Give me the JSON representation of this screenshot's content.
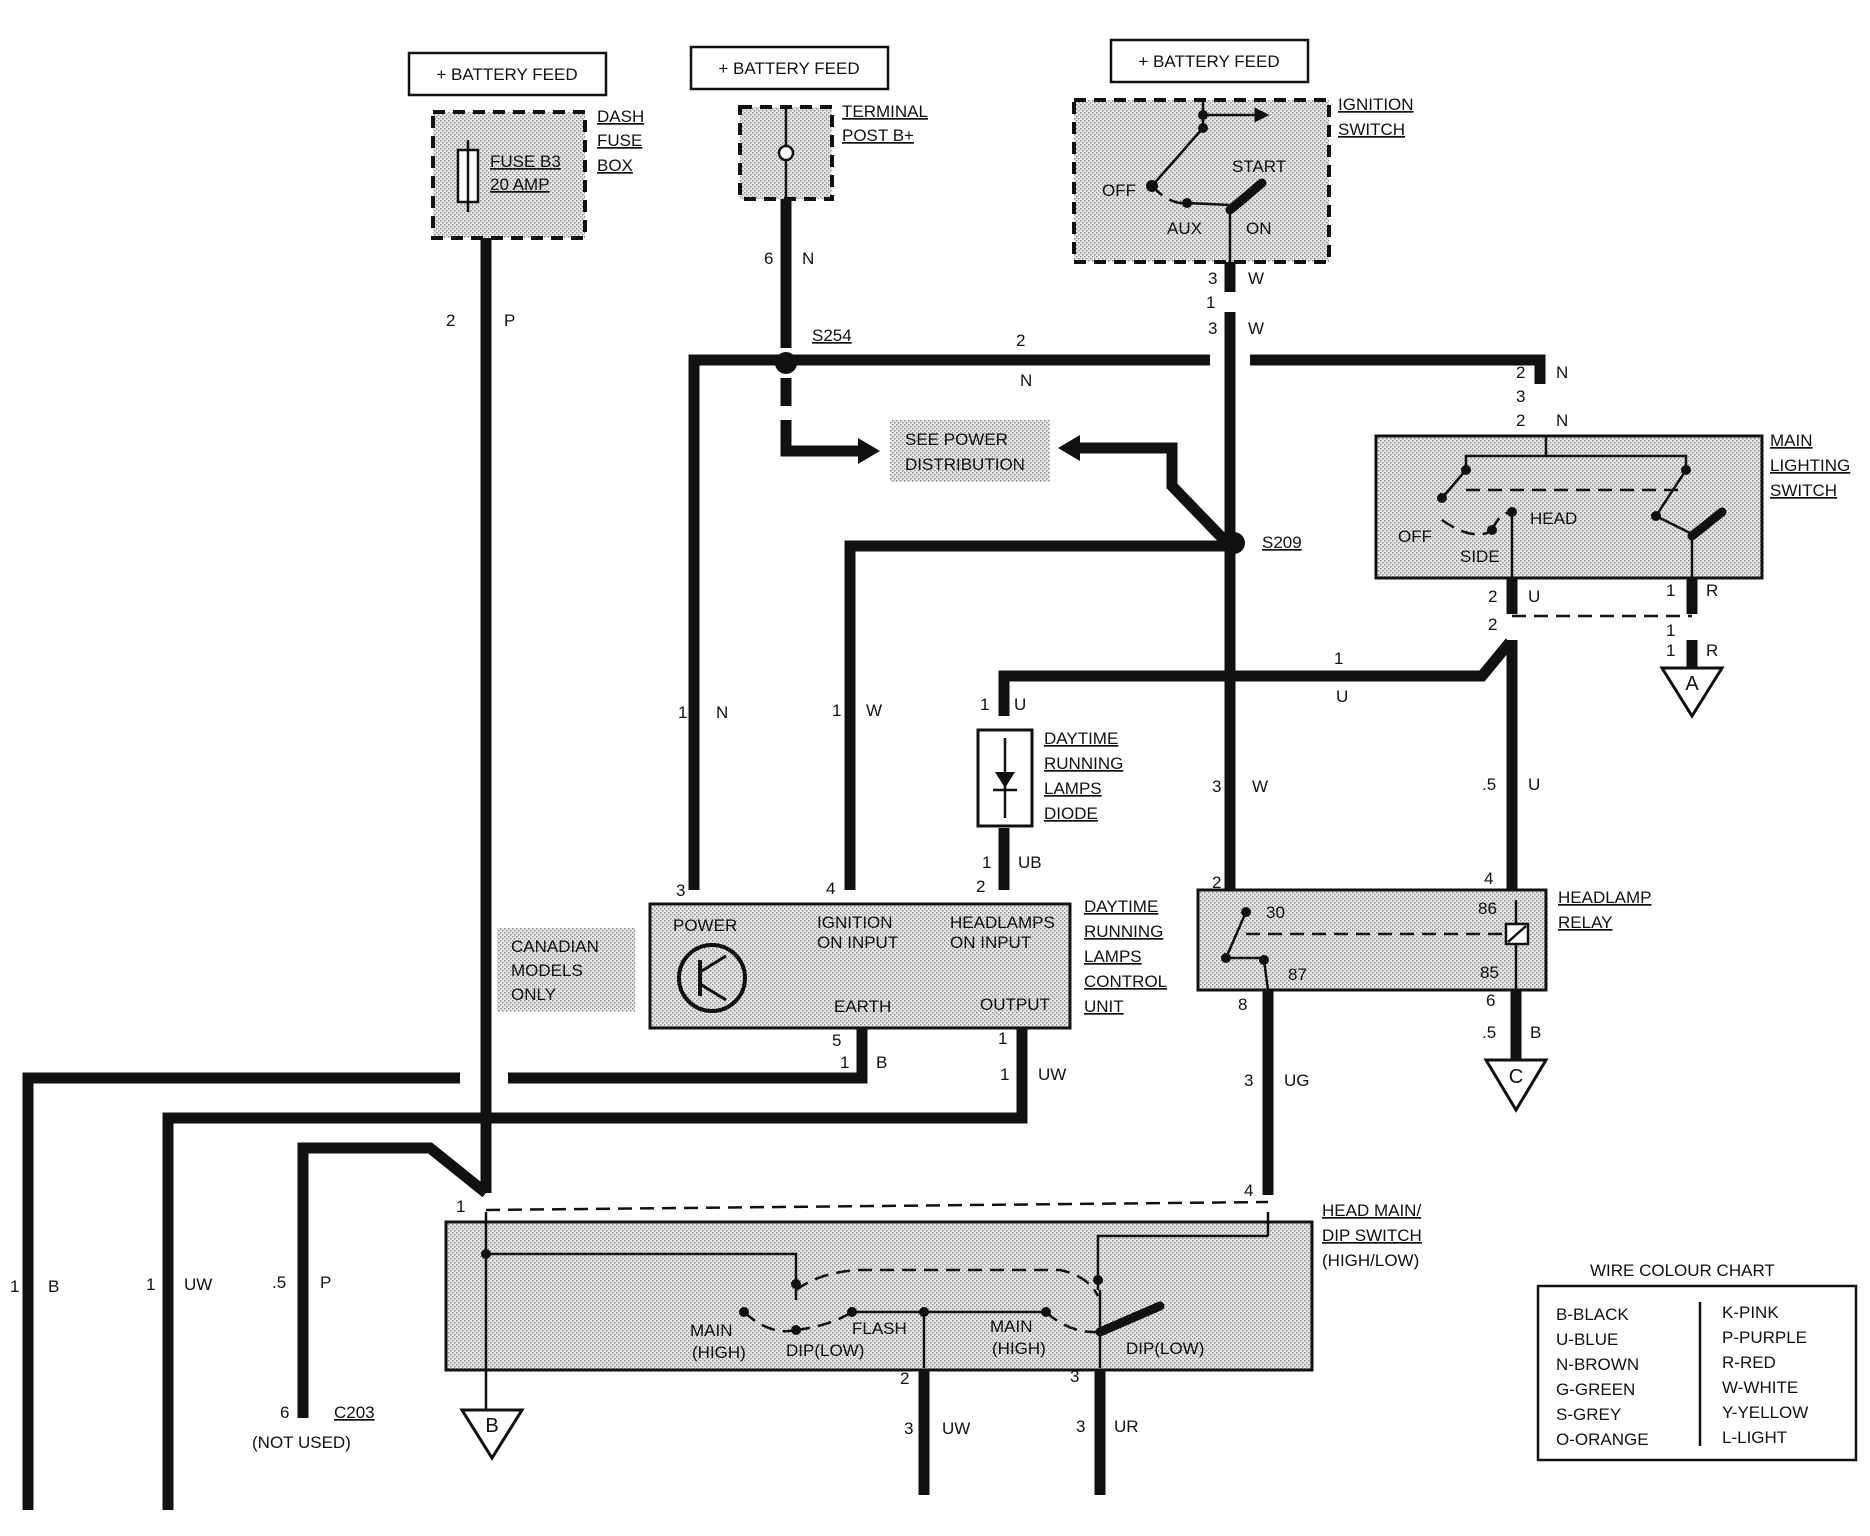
{
  "battery_feed_1": "+ BATTERY FEED",
  "battery_feed_2": "+ BATTERY FEED",
  "battery_feed_3": "+ BATTERY FEED",
  "dash_fuse_box": [
    "DASH",
    "FUSE",
    "BOX"
  ],
  "fuse": [
    "FUSE B3",
    "20 AMP"
  ],
  "terminal_post": [
    "TERMINAL",
    "POST B+"
  ],
  "ignition_switch": {
    "title": [
      "IGNITION",
      "SWITCH"
    ],
    "positions": [
      "OFF",
      "START",
      "AUX",
      "ON"
    ]
  },
  "splices": [
    "S254",
    "S209"
  ],
  "see_power_distribution": [
    "SEE POWER",
    "DISTRIBUTION"
  ],
  "main_lighting_switch": {
    "title": [
      "MAIN",
      "LIGHTING",
      "SWITCH"
    ],
    "positions": [
      "OFF",
      "SIDE",
      "HEAD"
    ]
  },
  "drl_diode": [
    "DAYTIME",
    "RUNNING",
    "LAMPS",
    "DIODE"
  ],
  "drl_control_unit": {
    "title": [
      "DAYTIME",
      "RUNNING",
      "LAMPS",
      "CONTROL",
      "UNIT"
    ],
    "power": "POWER",
    "ignition": [
      "IGNITION",
      "ON INPUT"
    ],
    "headlamps": [
      "HEADLAMPS",
      "ON INPUT"
    ],
    "earth": "EARTH",
    "output": "OUTPUT"
  },
  "canadian_note": [
    "CANADIAN",
    "MODELS",
    "ONLY"
  ],
  "headlamp_relay": {
    "title": [
      "HEADLAMP",
      "RELAY"
    ],
    "terminals": [
      "30",
      "86",
      "87",
      "85"
    ]
  },
  "head_dip_switch": {
    "title": [
      "HEAD MAIN/",
      "DIP SWITCH",
      "(HIGH/LOW)"
    ],
    "left_main": [
      "MAIN",
      "(HIGH)"
    ],
    "left_dip": "DIP(LOW)",
    "flash": "FLASH",
    "right_main": [
      "MAIN",
      "(HIGH)"
    ],
    "right_dip": "DIP(LOW)"
  },
  "connector_c203": "C203",
  "not_used": "(NOT USED)",
  "references": [
    "A",
    "C",
    "B"
  ],
  "wire_labels": {
    "w_2p": [
      "2",
      "P"
    ],
    "w_6n": [
      "6",
      "N"
    ],
    "w_3w_top": [
      "3",
      "W"
    ],
    "w_1": "1",
    "w_3w_mid": [
      "3",
      "W"
    ],
    "w_2n_h": [
      "2",
      "N"
    ],
    "w_2n_a": [
      "2",
      "N"
    ],
    "w_3": "3",
    "w_2n_b": [
      "2",
      "N"
    ],
    "w_2u": [
      "2",
      "U"
    ],
    "w_1r_a": [
      "1",
      "R"
    ],
    "w_2": "2",
    "w_1r_b": [
      "1",
      "R"
    ],
    "w_1u_h": [
      "1",
      "U"
    ],
    "w_1n": [
      "1",
      "N"
    ],
    "w_1w": [
      "1",
      "W"
    ],
    "w_1u_diode": [
      "1",
      "U"
    ],
    "w_1ub": [
      "1",
      "UB"
    ],
    "w_2_diode": "2",
    "w_3w_low": [
      "3",
      "W"
    ],
    "w_05u": [
      ".5",
      "U"
    ],
    "w_4": "4",
    "w_2_relay": "2",
    "w_3_drl": "3",
    "w_4_drl": "4",
    "w_6_relay": "6",
    "w_05b": [
      ".5",
      "B"
    ],
    "w_8": "8",
    "w_3ug": [
      "3",
      "UG"
    ],
    "w_5": "5",
    "w_1b": [
      "1",
      "B"
    ],
    "w_1_out": "1",
    "w_1uw": [
      "1",
      "UW"
    ],
    "w_1_sw": "1",
    "w_4_sw": "4",
    "w_1b_left": [
      "1",
      "B"
    ],
    "w_1uw_left": [
      "1",
      "UW"
    ],
    "w_05p": [
      ".5",
      "P"
    ],
    "w_6_c203": "6",
    "w_2_bot": "2",
    "w_3uw": [
      "3",
      "UW"
    ],
    "w_3_bot": "3",
    "w_3ur": [
      "3",
      "UR"
    ]
  },
  "wire_colour_chart": {
    "title": "WIRE COLOUR CHART",
    "left": [
      "B-BLACK",
      "U-BLUE",
      "N-BROWN",
      "G-GREEN",
      "S-GREY",
      "O-ORANGE"
    ],
    "right": [
      "K-PINK",
      "P-PURPLE",
      "R-RED",
      "W-WHITE",
      "Y-YELLOW",
      "L-LIGHT"
    ]
  }
}
